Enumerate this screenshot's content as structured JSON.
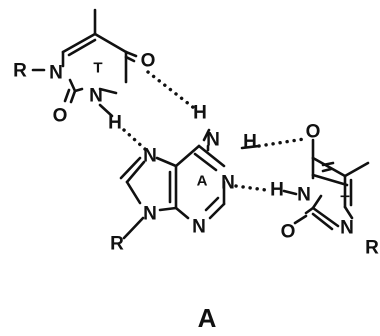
{
  "atoms": {
    "R": "R",
    "N": "N",
    "O": "O",
    "H": "H"
  },
  "ring_labels": {
    "thymine": "T",
    "adenine": "A"
  },
  "caption": "A"
}
